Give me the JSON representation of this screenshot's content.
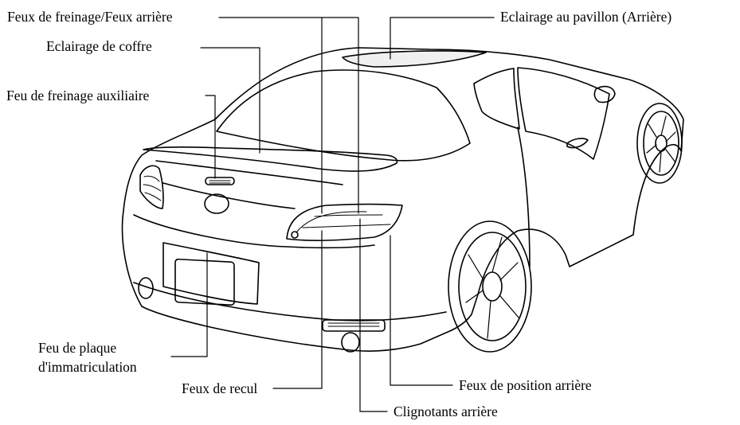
{
  "labels": {
    "brake_tail": "Feux de freinage/Feux arrière",
    "roof_light": "Eclairage au pavillon (Arrière)",
    "trunk_light": "Eclairage de coffre",
    "aux_brake": "Feu de freinage auxiliaire",
    "plate_line1": "Feu de plaque",
    "plate_line2": "d'immatriculation",
    "reverse": "Feux de recul",
    "position": "Feux de position arrière",
    "turn": "Clignotants arrière"
  },
  "colors": {
    "ink": "#000000",
    "roof_glass": "#f0f0f0",
    "background": "#ffffff"
  }
}
